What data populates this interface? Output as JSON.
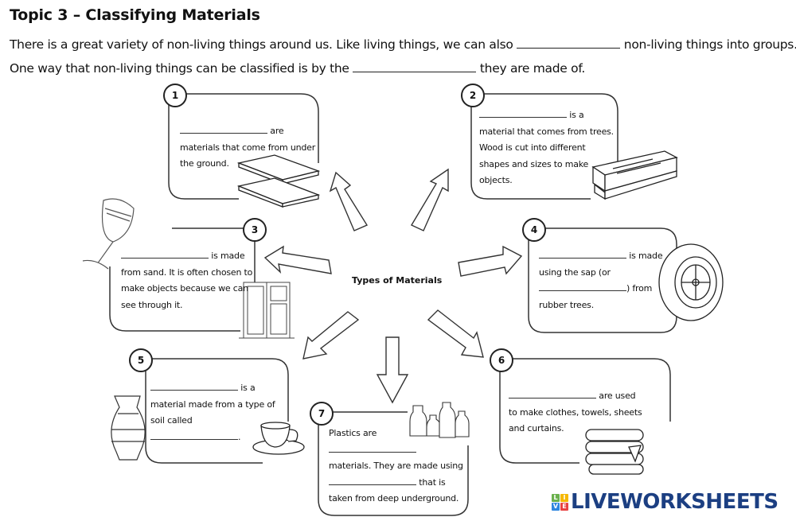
{
  "header": {
    "title": "Topic 3 – Classifying Materials",
    "intro_line1_a": "There is a great variety of non-living things around us. Like living things, we can also ",
    "intro_line1_b": " non-living things into groups.",
    "intro_line2_a": "One way that non-living things can be classified is by the ",
    "intro_line2_b": " they are made of."
  },
  "center_label": "Types of Materials",
  "boxes": [
    {
      "number": "1",
      "lines": [
        " are",
        "materials that come from under",
        "the ground."
      ],
      "image": "steel-beam-icon"
    },
    {
      "number": "2",
      "lines": [
        " is a",
        "material that comes from trees.",
        "Wood is cut into different",
        "shapes and sizes to make",
        "objects."
      ],
      "image": "wood-planks-icon"
    },
    {
      "number": "3",
      "lines": [
        " is made",
        "from sand. It is often chosen to",
        "make objects because we can",
        "see through it."
      ],
      "image": "wine-glass-and-window-icon"
    },
    {
      "number": "4",
      "lines": [
        " is made",
        "using the sap (or",
        ") from",
        "rubber trees."
      ],
      "image": "tyre-icon"
    },
    {
      "number": "5",
      "lines": [
        " is a",
        "material made from a type of",
        "soil called",
        "."
      ],
      "image": "vase-and-teacup-icon"
    },
    {
      "number": "6",
      "lines": [
        " are used",
        "to make clothes, towels, sheets",
        "and curtains."
      ],
      "image": "folded-towels-icon"
    },
    {
      "number": "7",
      "lines": [
        "Plastics are",
        "",
        "materials. They are made using",
        " that is",
        "taken from deep underground."
      ],
      "image": "plastic-bottles-icon"
    }
  ],
  "logo": {
    "tiles": [
      "L",
      "I",
      "V",
      "E"
    ],
    "tile_colors": [
      "#6ab04c",
      "#f5b800",
      "#2e86de",
      "#e84141"
    ],
    "text": "LIVEWORKSHEETS",
    "color": "#1c3f82"
  }
}
